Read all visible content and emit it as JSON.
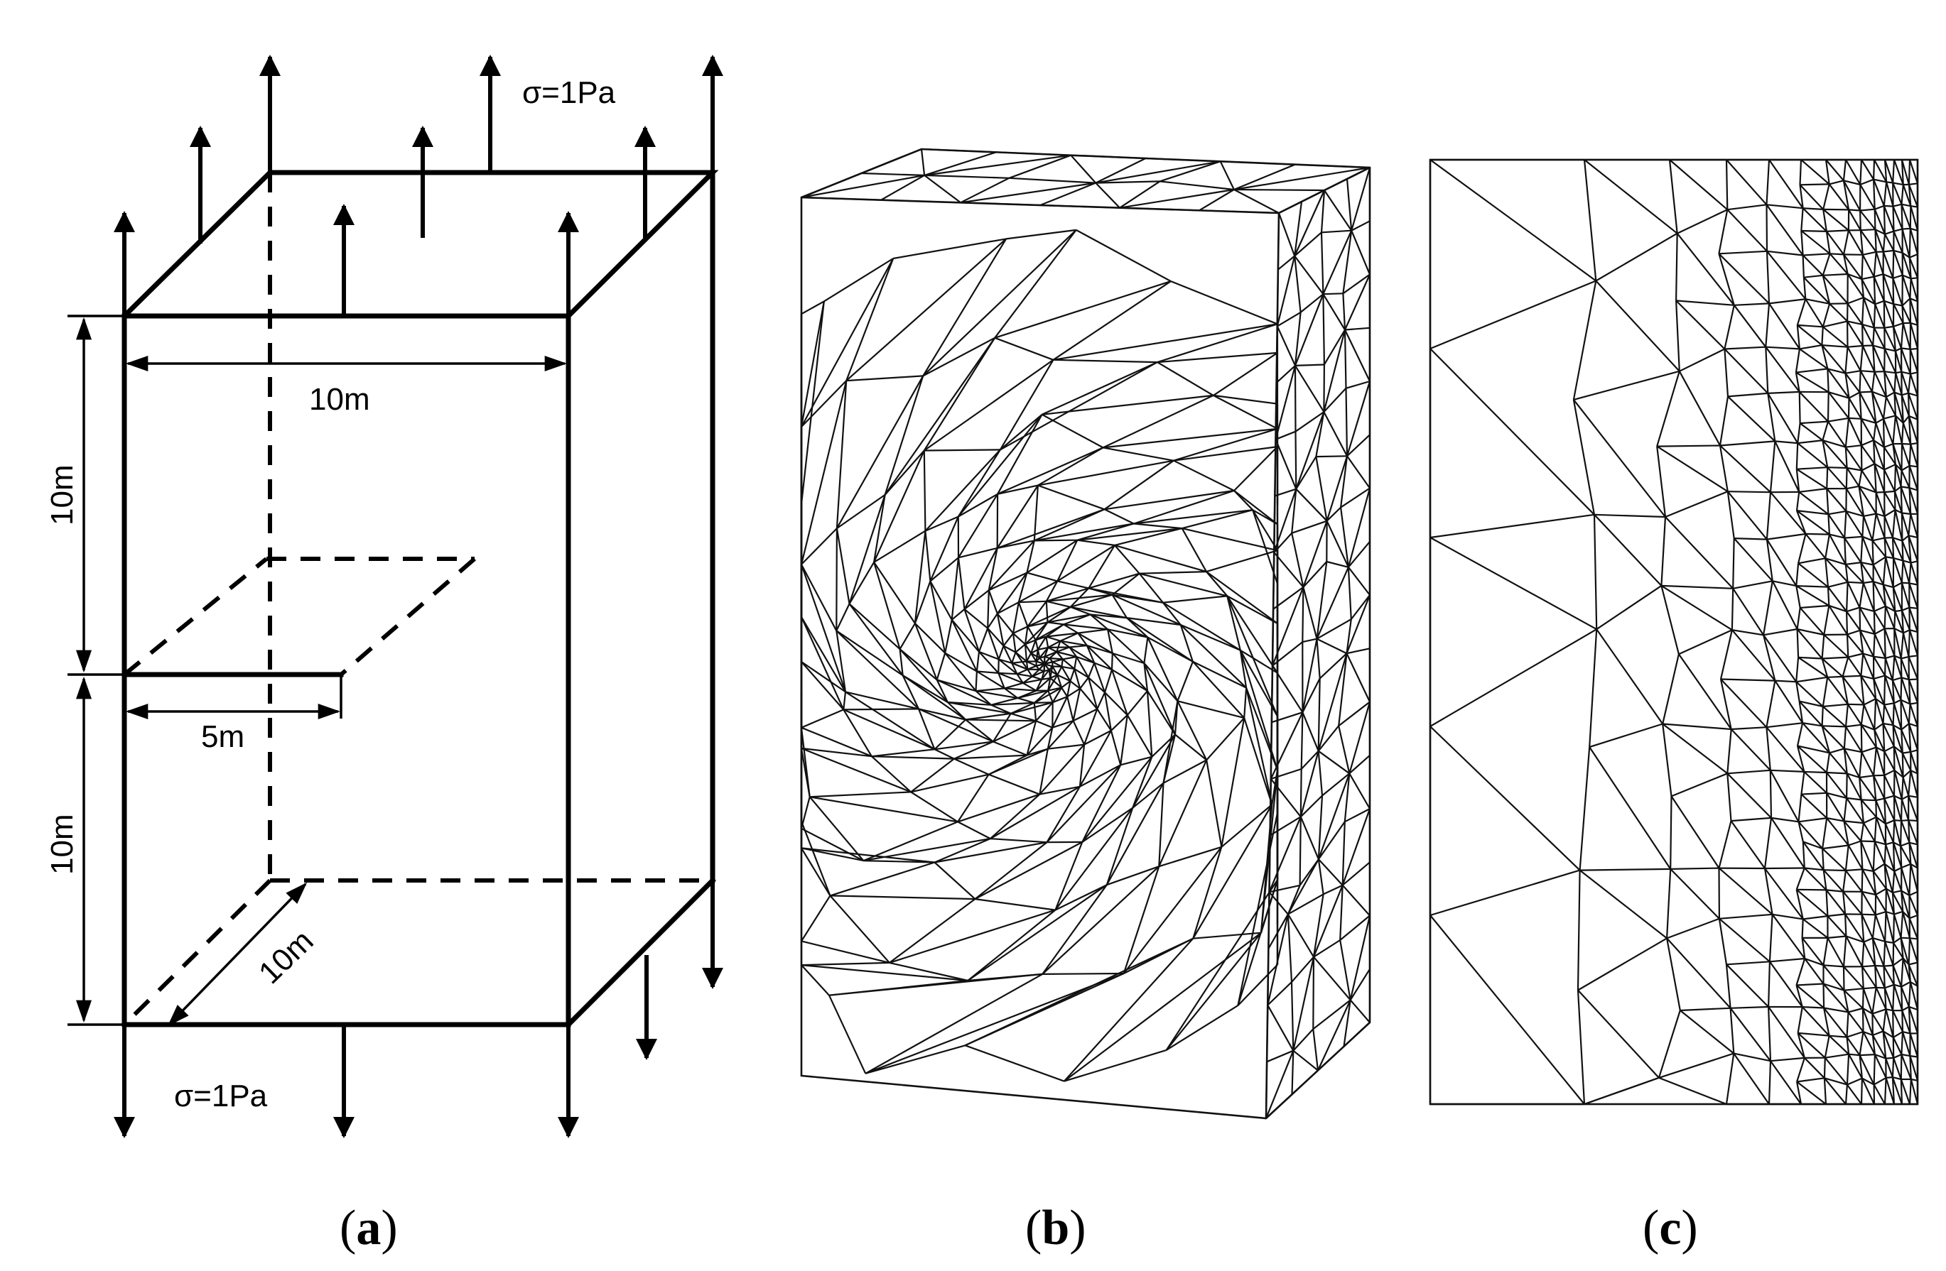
{
  "panel_a": {
    "label_open": "(",
    "label_letter": "a",
    "label_close": ")",
    "stress_top": "σ=1Pa",
    "stress_bottom": "σ=1Pa",
    "width_dim": "10m",
    "height_upper_dim": "10m",
    "height_lower_dim": "10m",
    "depth_dim": "10m",
    "crack_dim": "5m"
  },
  "panel_b": {
    "label_open": "(",
    "label_letter": "b",
    "label_close": ")"
  },
  "panel_c": {
    "label_open": "(",
    "label_letter": "c",
    "label_close": ")"
  }
}
